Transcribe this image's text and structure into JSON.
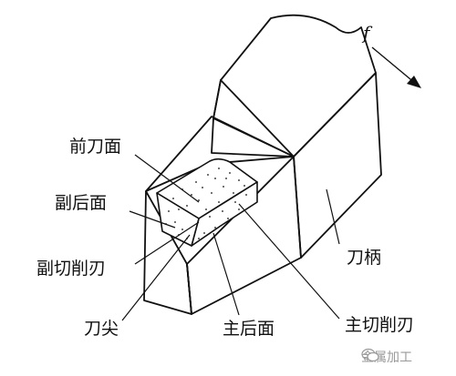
{
  "figure": {
    "feed_symbol": "f",
    "labels": {
      "rake_face": "前刀面",
      "minor_flank": "副后面",
      "minor_cutting_edge": "副切削刃",
      "tool_tip": "刀尖",
      "main_flank": "主后面",
      "main_cutting_edge": "主切削刃",
      "tool_shank": "刀柄"
    }
  },
  "watermark": {
    "text": "金属加工"
  },
  "colors": {
    "line": "#111111",
    "watermark": "#9a9a9a"
  }
}
